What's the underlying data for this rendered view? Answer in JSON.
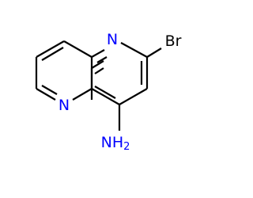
{
  "molecule": {
    "atoms": {
      "n1": "N",
      "n5": "N",
      "br": "Br",
      "amine_main": "NH",
      "amine_sub": "2"
    },
    "colors": {
      "bond": "#000000",
      "nitrogen": "#0000ff",
      "bromine": "#000000",
      "background": "#ffffff"
    }
  }
}
